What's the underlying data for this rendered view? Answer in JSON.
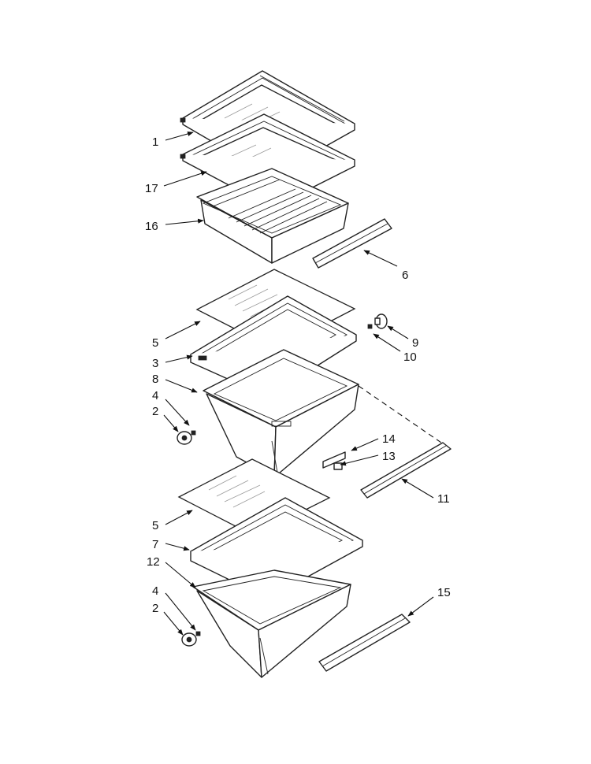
{
  "callouts": [
    {
      "id": "c1",
      "text": "1"
    },
    {
      "id": "c17",
      "text": "17"
    },
    {
      "id": "c16",
      "text": "16"
    },
    {
      "id": "c6",
      "text": "6"
    },
    {
      "id": "c5a",
      "text": "5"
    },
    {
      "id": "c9",
      "text": "9"
    },
    {
      "id": "c10",
      "text": "10"
    },
    {
      "id": "c3",
      "text": "3"
    },
    {
      "id": "c8",
      "text": "8"
    },
    {
      "id": "c4a",
      "text": "4"
    },
    {
      "id": "c2a",
      "text": "2"
    },
    {
      "id": "c14",
      "text": "14"
    },
    {
      "id": "c13",
      "text": "13"
    },
    {
      "id": "c11",
      "text": "11"
    },
    {
      "id": "c5b",
      "text": "5"
    },
    {
      "id": "c7",
      "text": "7"
    },
    {
      "id": "c12",
      "text": "12"
    },
    {
      "id": "c15",
      "text": "15"
    },
    {
      "id": "c4b",
      "text": "4"
    },
    {
      "id": "c2b",
      "text": "2"
    }
  ]
}
